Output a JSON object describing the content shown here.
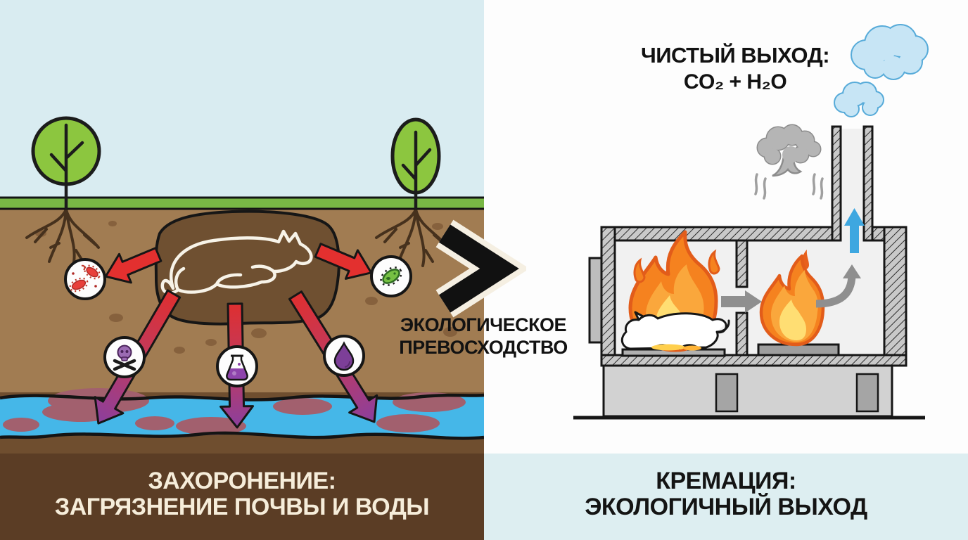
{
  "left_panel": {
    "caption_line1": "ЗАХОРОНЕНИЕ:",
    "caption_line2": "ЗАГРЯЗНЕНИЕ ПОЧВЫ И ВОДЫ",
    "icons": [
      "tree-icon",
      "roots-icon",
      "buried-animal-outline-icon",
      "bacteria-icon",
      "skull-crossbones-icon",
      "chemistry-flask-icon",
      "toxic-droplet-icon",
      "green-bacteria-icon",
      "contaminated-water-icon",
      "red-arrow-icon",
      "purple-arrow-icon"
    ],
    "colors": {
      "sky": "#d9ecf1",
      "grass": "#79b845",
      "soil": "#a17c52",
      "grave": "#6f5031",
      "under_soil": "#6f4e2f",
      "water": "#45b7e8",
      "contamination": "#a2606e",
      "footer_bg": "#5b3d25",
      "footer_text": "#f6edda",
      "arrow_red": "#e3302f",
      "arrow_purple": "#8b3f9e"
    }
  },
  "center": {
    "symbol": ">",
    "label_line1": "ЭКОЛОГИЧЕСКОЕ",
    "label_line2": "ПРЕВОСХОДСТВО"
  },
  "right_panel": {
    "header_line1": "ЧИСТЫЙ ВЫХОД:",
    "header_line2": "CO₂ + H₂O",
    "caption_line1": "КРЕМАЦИЯ:",
    "caption_line2": "ЭКОЛОГИЧНЫЙ ВЫХОД",
    "icons": [
      "cloud-icon",
      "incinerator-diagram",
      "chimney-icon",
      "flame-icon",
      "smoke-cloud-icon",
      "animal-on-tray-icon",
      "gray-right-arrow-icon",
      "gray-curved-arrow-icon",
      "blue-up-arrow-icon"
    ],
    "colors": {
      "background": "#fdfdfd",
      "footer_bg": "#ddeef1",
      "furnace_wall": "#c9c9c9",
      "chamber": "#f1f1f1",
      "base": "#d2d2d2",
      "flame_outer": "#f5821f",
      "flame_mid": "#faa73c",
      "flame_core": "#ffde73",
      "smoke": "#b5b5b5",
      "exhaust_arrow": "#3ea7e0",
      "cloud_fill": "#c7e5f5",
      "cloud_stroke": "#57abd9"
    }
  }
}
